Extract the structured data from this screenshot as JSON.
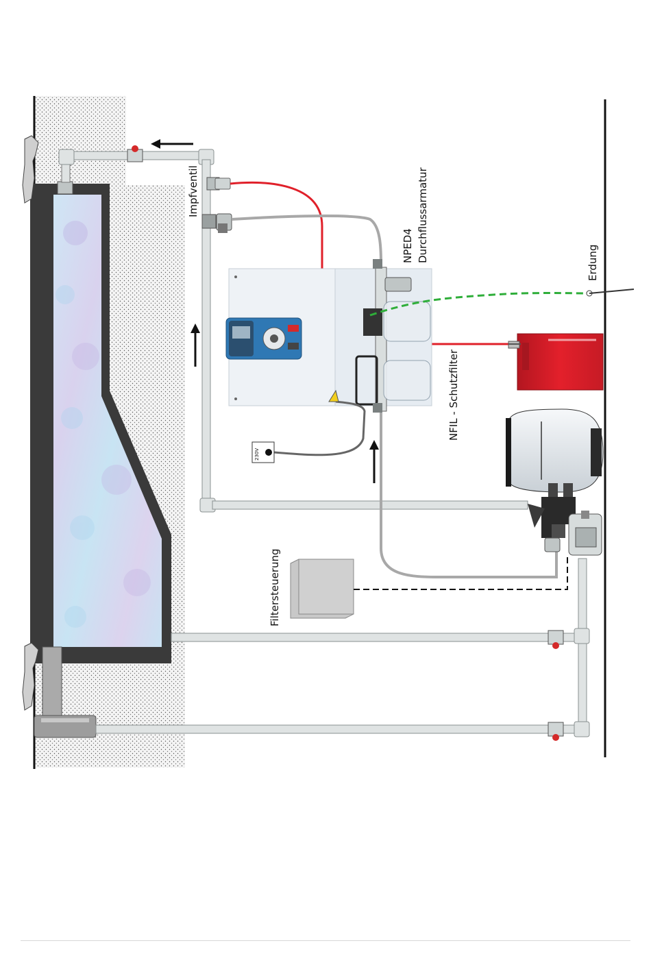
{
  "labels": {
    "impfventil": "Impfventil",
    "nped4": "NPED4",
    "durchflussarmatur": "Durchflussarmatur",
    "erdung": "Erdung",
    "nfil": "NFIL - Schutzfilter",
    "filtersteuerung": "Filtersteuerung",
    "voltage": "230V"
  },
  "colors": {
    "dosing_line": "#e0202a",
    "sample_line": "#a8a8a8",
    "ground_wire": "#2fae3a",
    "pipe": "#dfe3e3",
    "canister": "#e3202b",
    "pool_wall": "#3a3a3a",
    "valve_handle": "#d42a2a"
  }
}
